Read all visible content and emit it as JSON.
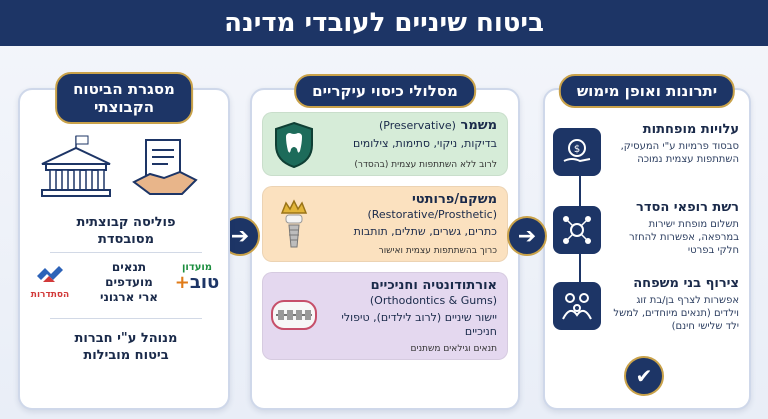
{
  "header": {
    "title": "ביטוח שיניים לעובדי מדינה"
  },
  "right_panel": {
    "title": "יתרונות ואופן מימוש",
    "features": [
      {
        "title": "עלויות מופחתות",
        "desc": "סבסוד פרמיות ע\"י המעסיק, השתתפות עצמית נמוכה",
        "icon": "hand-coin-icon"
      },
      {
        "title": "רשת רופאי הסדר",
        "desc": "תשלום מופחת ישירות במרפאה, אפשרות להחזר חלקי בפרטי",
        "icon": "network-icon"
      },
      {
        "title": "צירוף בני משפחה",
        "desc": "אפשרות לצרף בן/בת זוג וילדים (תנאים מיוחדים, למשל ילד שלישי חינם)",
        "icon": "family-icon"
      }
    ]
  },
  "middle_panel": {
    "title": "מסלולי כיסוי עיקריים",
    "tracks": [
      {
        "title": "משמר",
        "en": "(Preservative)",
        "desc": "בדיקות, ניקוי, סתימות, צילומים",
        "note": "לרוב ללא השתתפות עצמית (בהסדר)",
        "icon": "tooth-shield-icon"
      },
      {
        "title": "משקם/פרותטי",
        "en": "(Restorative/Prosthetic)",
        "desc": "כתרים, גשרים, שתלים, תותבות",
        "note": "כרוך בהשתתפות עצמית ואישור",
        "icon": "implant-crown-icon"
      },
      {
        "title": "אורתודונטיה וחניכיים",
        "en": "(Orthodontics & Gums)",
        "desc": "יישור שיניים (לרוב לילדים), טיפולי חניכיים",
        "note": "תנאים וגילאים משתנים",
        "icon": "braces-icon"
      }
    ]
  },
  "left_panel": {
    "title_line1": "מסגרת הביטוח",
    "title_line2": "הקבוצתי",
    "policy_line1": "פוליסה קבוצתית",
    "policy_line2": "מסובסדת",
    "terms_line1": "תנאים",
    "terms_line2": "מועדפים",
    "terms_line3": "ארי ארגוני",
    "logo_histadrut": "הסתדרות",
    "logo_tov_line1": "מועדון",
    "logo_tov_line2": "טוב",
    "managed_line1": "מנוהל ע\"י חברות",
    "managed_line2": "ביטוח מובילות"
  },
  "colors": {
    "navy": "#1d3566",
    "gold": "#c9a24a",
    "green": "#d6ecd8",
    "orange": "#fbe1bf",
    "purple": "#e4d8ef"
  }
}
